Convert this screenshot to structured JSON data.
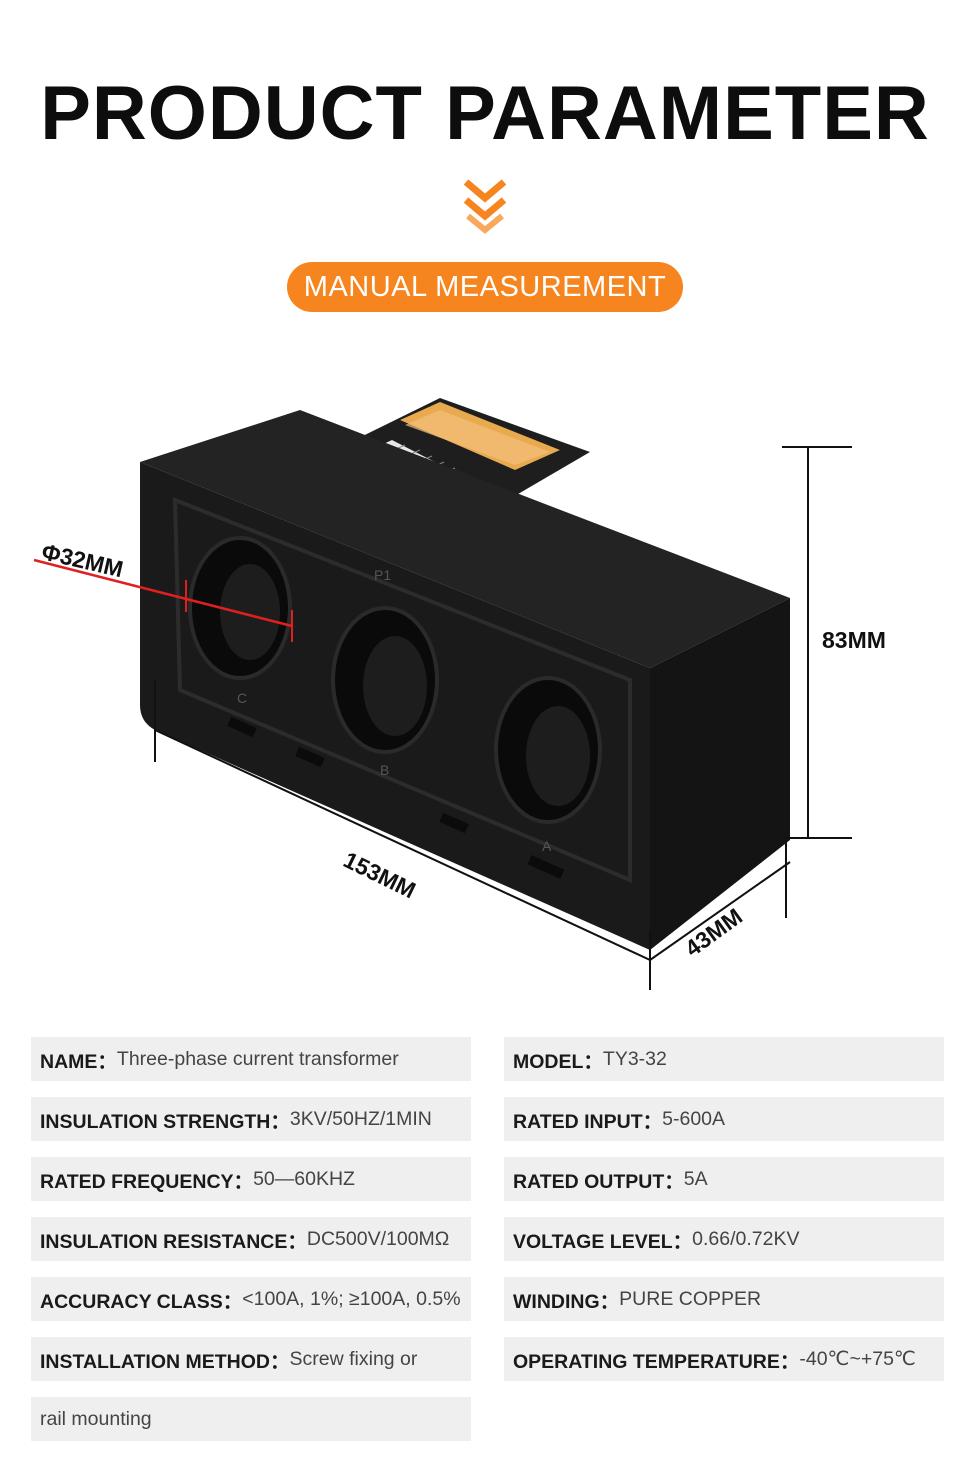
{
  "header": {
    "title": "PRODUCT PARAMETER",
    "accent_color": "#f7851f",
    "badge": "MANUAL MEASUREMENT"
  },
  "product_image": {
    "dimensions": {
      "diameter": "Φ32MM",
      "height": "83MM",
      "width": "153MM",
      "depth": "43MM"
    },
    "phase_labels": [
      "C",
      "B",
      "A"
    ],
    "top_label": "P1"
  },
  "specs": {
    "left": [
      {
        "label": "NAME：",
        "value": "Three-phase current transformer"
      },
      {
        "label": "INSULATION STRENGTH：",
        "value": "3KV/50HZ/1MIN"
      },
      {
        "label": "RATED FREQUENCY：",
        "value": "50—60KHZ"
      },
      {
        "label": "INSULATION RESISTANCE：",
        "value": "DC500V/100MΩ"
      },
      {
        "label": "ACCURACY CLASS：",
        "value": "<100A, 1%; ≥100A, 0.5%"
      },
      {
        "label": "INSTALLATION METHOD：",
        "value": "Screw fixing or"
      },
      {
        "label": "",
        "value": "rail mounting"
      }
    ],
    "right": [
      {
        "label": "MODEL：",
        "value": "TY3-32"
      },
      {
        "label": "RATED INPUT：",
        "value": "5-600A"
      },
      {
        "label": "RATED OUTPUT：",
        "value": "5A"
      },
      {
        "label": "VOLTAGE LEVEL：",
        "value": "0.66/0.72KV"
      },
      {
        "label": "WINDING：",
        "value": "PURE COPPER"
      },
      {
        "label": "OPERATING TEMPERATURE：",
        "value": "-40℃~+75℃"
      }
    ]
  }
}
